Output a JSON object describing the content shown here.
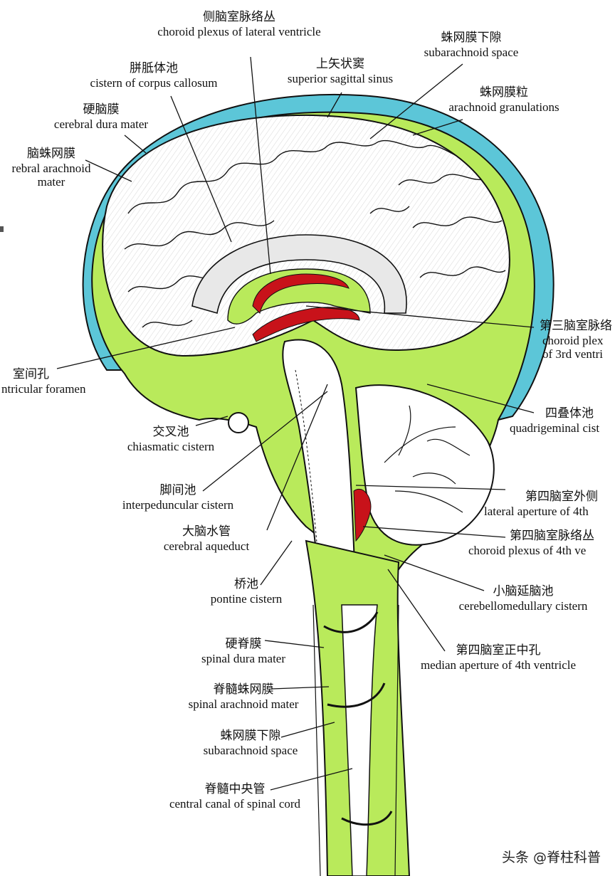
{
  "colors": {
    "dura": "#5cc6d8",
    "subarachnoid": "#b9ea5b",
    "choroid": "#c8121a",
    "outline": "#111111",
    "brain": "#ffffff"
  },
  "labels": {
    "choroid_lateral": {
      "zh": "侧脑室脉络丛",
      "en": "choroid plexus of lateral ventricle"
    },
    "subarachnoid_top": {
      "zh": "蛛网膜下隙",
      "en": "subarachnoid space"
    },
    "superior_sagittal": {
      "zh": "上矢状窦",
      "en": "superior sagittal sinus"
    },
    "cistern_cc": {
      "zh": "胼胝体池",
      "en": "cistern of corpus callosum"
    },
    "arachnoid_gran": {
      "zh": "蛛网膜粒",
      "en": "arachnoid granulations"
    },
    "cerebral_dura": {
      "zh": "硬脑膜",
      "en": "cerebral dura mater"
    },
    "cerebral_arachnoid": {
      "zh": "脑蛛网膜",
      "en1": "rebral arachnoid",
      "en2": "mater"
    },
    "choroid_3rd": {
      "zh": "第三脑室脉络",
      "en1": "choroid plex",
      "en2": "of 3rd ventri"
    },
    "interventricular": {
      "zh": "室间孔",
      "en": "ntricular foramen"
    },
    "quadrigeminal": {
      "zh": "四叠体池",
      "en": "quadrigeminal cist"
    },
    "chiasmatic": {
      "zh": "交叉池",
      "en": "chiasmatic cistern"
    },
    "interpeduncular": {
      "zh": "脚间池",
      "en": "interpeduncular cistern"
    },
    "lateral_aperture": {
      "zh": "第四脑室外侧",
      "en": "lateral aperture of 4th"
    },
    "cerebral_aqueduct": {
      "zh": "大脑水管",
      "en": "cerebral aqueduct"
    },
    "choroid_4th": {
      "zh": "第四脑室脉络丛",
      "en": "choroid plexus of 4th ve"
    },
    "pontine": {
      "zh": "桥池",
      "en": "pontine cistern"
    },
    "cerebellomedullary": {
      "zh": "小脑延脑池",
      "en": "cerebellomedullary cistern"
    },
    "spinal_dura": {
      "zh": "硬脊膜",
      "en": "spinal dura mater"
    },
    "median_aperture": {
      "zh": "第四脑室正中孔",
      "en": "median aperture of 4th ventricle"
    },
    "spinal_arachnoid": {
      "zh": "脊髓蛛网膜",
      "en": "spinal arachnoid mater"
    },
    "subarachnoid_spinal": {
      "zh": "蛛网膜下隙",
      "en": "subarachnoid space"
    },
    "central_canal": {
      "zh": "脊髓中央管",
      "en": "central canal of spinal cord"
    }
  },
  "watermark": "头条 @脊柱科普"
}
